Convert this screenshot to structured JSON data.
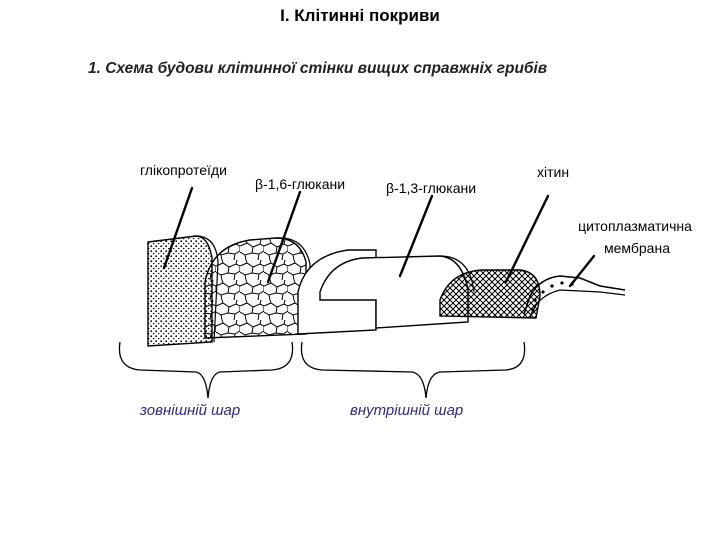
{
  "header": {
    "title": "I. Клітинні покриви",
    "subtitle": "1.  Схема будови клітинної стінки вищих справжніх грибів"
  },
  "labels": {
    "glycoproteins": "глікопротеїди",
    "beta16": "β-1,6-глюкани",
    "beta13": "β-1,3-глюкани",
    "chitin": "хітин",
    "membrane_line1": "цитоплазматична",
    "membrane_line2": "мембрана"
  },
  "layers": {
    "outer": "зовнішній шар",
    "inner": "внутрішній шар"
  }
}
